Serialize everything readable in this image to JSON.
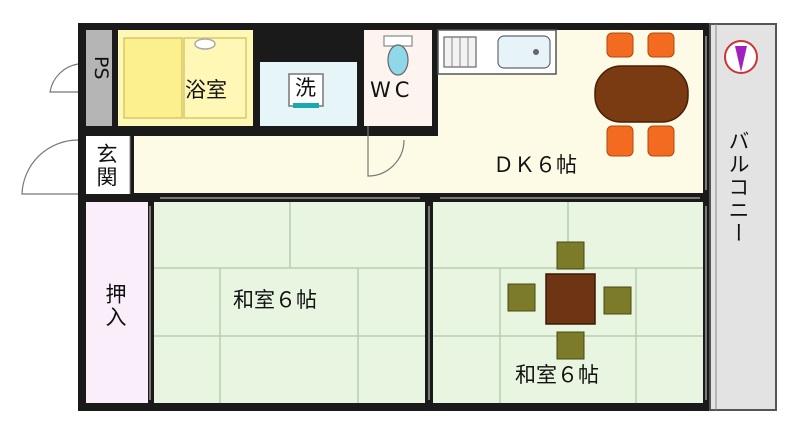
{
  "labels": {
    "ps": "PS",
    "bath": "浴室",
    "washer": "洗",
    "wc": "WC",
    "entrance": "玄関",
    "dk": "ＤＫ６帖",
    "balcony": "バルコニー",
    "closet": "押入",
    "washitsu_left": "和室６帖",
    "washitsu_right": "和室６帖"
  },
  "colors": {
    "wall": "#1a1a1a",
    "dk_floor": "#fdfbe6",
    "tatami": "#e8f6e1",
    "tatami_line": "#b9cdb0",
    "bath": "#fff7b5",
    "bath_tub": "#fbef8e",
    "closet": "#fbeefb",
    "ps": "#b5b5b5",
    "balcony": "#e3e3e3",
    "washer_area": "#e6f5f7",
    "wc": "#fdf3ef",
    "table_dk": "#7a3b12",
    "chair_dk": "#f36b21",
    "table_jp": "#6e3515",
    "zabuton": "#7b7b2a",
    "compass": "#a020c0"
  }
}
